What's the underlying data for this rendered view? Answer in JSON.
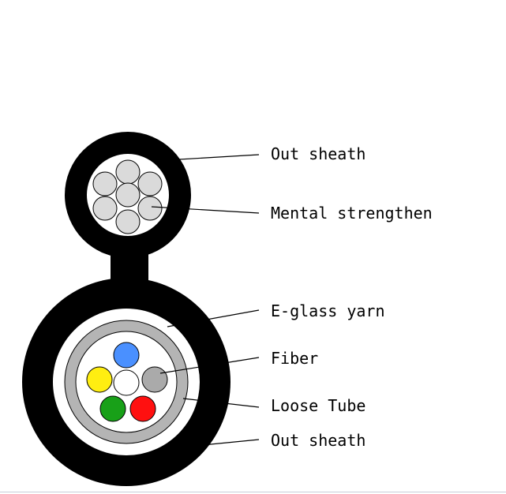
{
  "labels": {
    "out_sheath_top": "Out sheath",
    "mental_strengthen": "Mental strengthen",
    "e_glass_yarn": "E-glass yarn",
    "fiber": "Fiber",
    "loose_tube": "Loose Tube",
    "out_sheath_bottom": "Out sheath"
  },
  "colors": {
    "sheath": "#000000",
    "strand": "#dadada",
    "yarn": "#ffffff",
    "loose_tube": "#b4b4b4",
    "fiber_blue": "#4a90ff",
    "fiber_yellow": "#ffee11",
    "fiber_white": "#ffffff",
    "fiber_gray": "#aaaaaa",
    "fiber_green": "#18a018",
    "fiber_red": "#ff1010"
  }
}
